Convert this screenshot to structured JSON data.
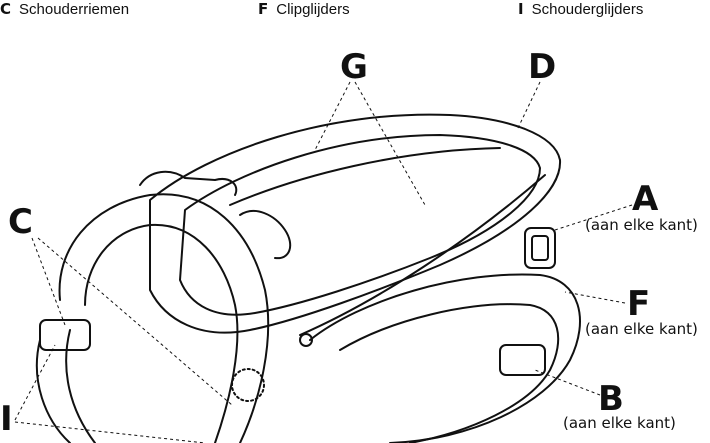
{
  "legend": [
    {
      "key": "C",
      "label": "Schouderriemen"
    },
    {
      "key": "F",
      "label": "Clipglijders"
    },
    {
      "key": "I",
      "label": "Schouderglijders"
    }
  ],
  "callouts": {
    "G": {
      "letter": "G"
    },
    "D": {
      "letter": "D"
    },
    "A": {
      "letter": "A",
      "note": "(aan elke kant)"
    },
    "C": {
      "letter": "C"
    },
    "F": {
      "letter": "F",
      "note": "(aan elke kant)"
    },
    "B": {
      "letter": "B",
      "note": "(aan elke kant)"
    },
    "I": {
      "letter": "I"
    }
  }
}
